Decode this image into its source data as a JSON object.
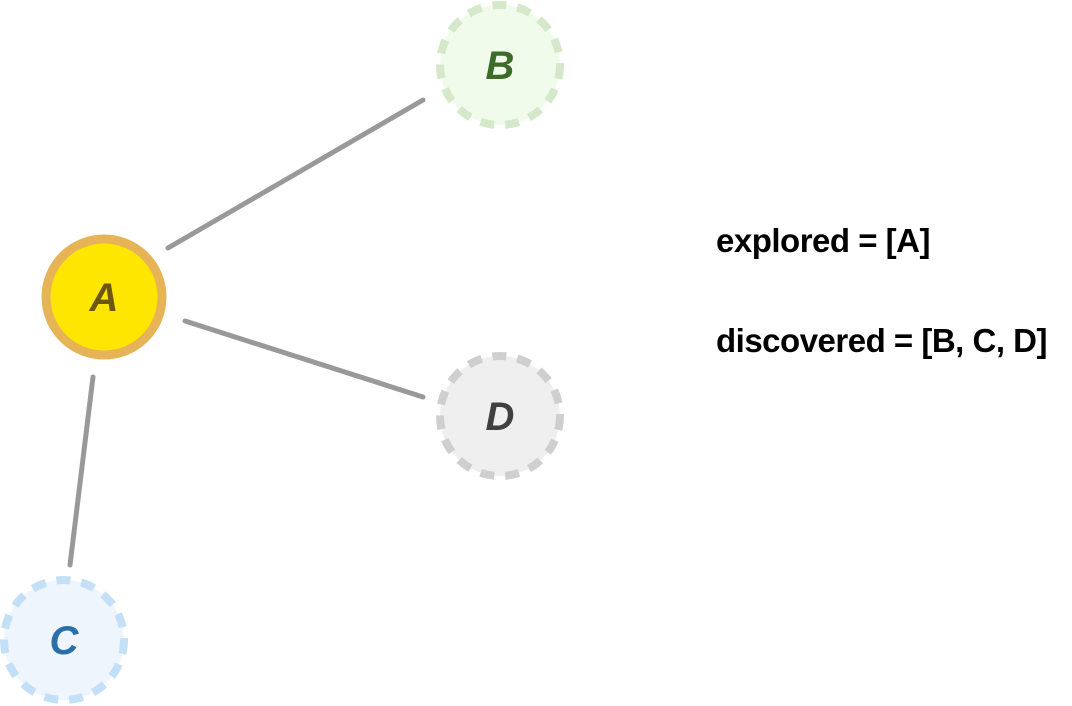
{
  "graph": {
    "nodes": [
      {
        "id": "A",
        "label": "A",
        "state": "explored",
        "fill": "#ffe600",
        "stroke": "#e6b356",
        "text_color": "#6b5710"
      },
      {
        "id": "B",
        "label": "B",
        "state": "discovered",
        "fill": "#f1fbec",
        "stroke": "#d5e8c9",
        "text_color": "#3e6b29"
      },
      {
        "id": "C",
        "label": "C",
        "state": "discovered",
        "fill": "#eef5fd",
        "stroke": "#c4dff8",
        "text_color": "#2b6fa8"
      },
      {
        "id": "D",
        "label": "D",
        "state": "discovered",
        "fill": "#efefef",
        "stroke": "#cfcfcf",
        "text_color": "#404040"
      }
    ],
    "edges": [
      {
        "from": "A",
        "to": "B"
      },
      {
        "from": "A",
        "to": "D"
      },
      {
        "from": "A",
        "to": "C"
      }
    ],
    "edge_color": "#999999"
  },
  "status": {
    "explored_text": "explored = [A]",
    "discovered_text": "discovered = [B, C, D]"
  }
}
